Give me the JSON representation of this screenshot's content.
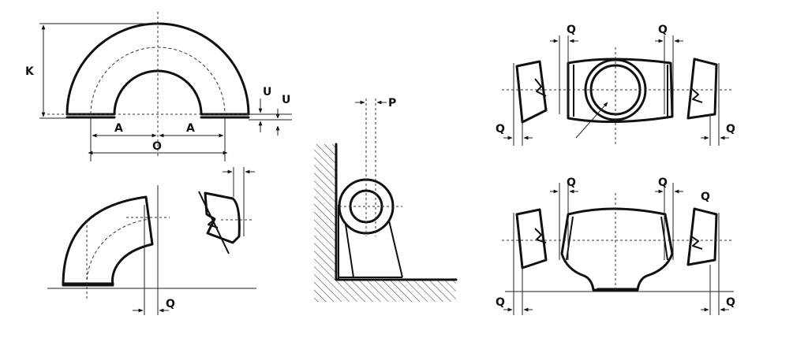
{
  "labels": {
    "k": "K",
    "a": "A",
    "o": "O",
    "u": "U",
    "p": "P",
    "q": "Q"
  },
  "colors": {
    "ink": "#111111",
    "background": "#ffffff"
  }
}
